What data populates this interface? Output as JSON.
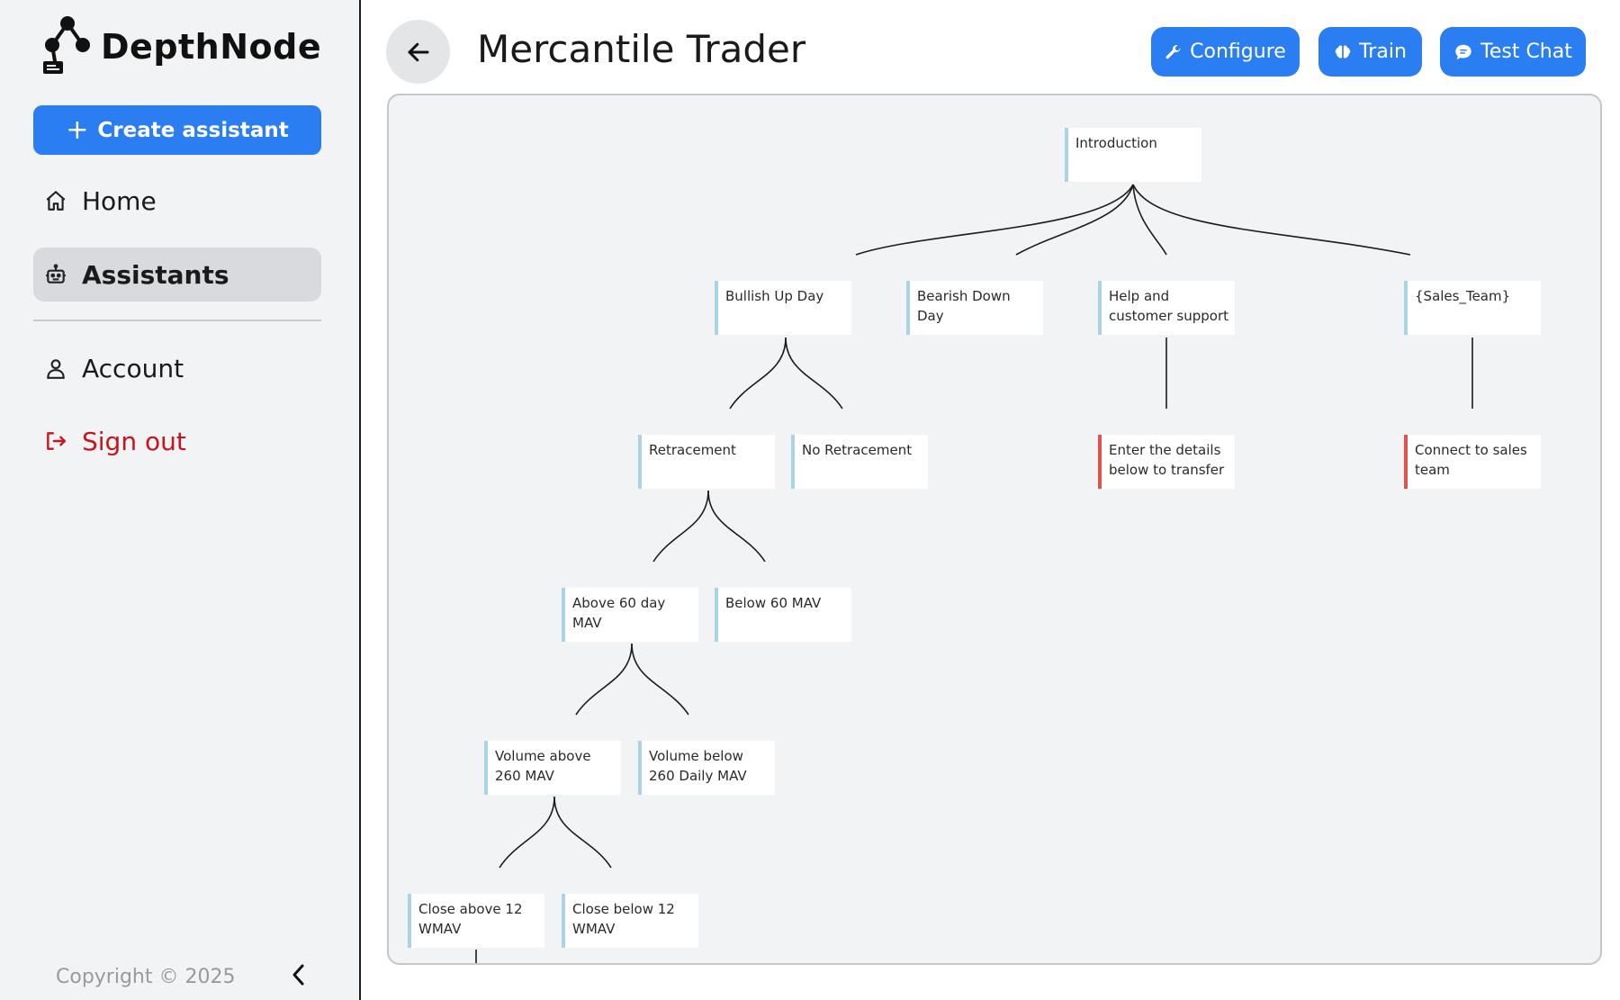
{
  "brand": {
    "name": "DepthNode"
  },
  "sidebar": {
    "create_label": "Create assistant",
    "items": [
      {
        "label": "Home",
        "icon": "home-icon"
      },
      {
        "label": "Assistants",
        "icon": "robot-icon",
        "active": true
      },
      {
        "label": "Account",
        "icon": "user-icon"
      },
      {
        "label": "Sign out",
        "icon": "sign-out-icon",
        "color": "#c8141e"
      }
    ],
    "copyright": "Copyright © 2025"
  },
  "header": {
    "title": "Mercantile Trader",
    "buttons": {
      "configure": "Configure",
      "train": "Train",
      "test_chat": "Test Chat"
    }
  },
  "colors": {
    "accent": "#2b7df2",
    "node_border": "#a8d4e6",
    "node_border_terminal": "#e2544b",
    "signout": "#c8141e"
  },
  "flow": {
    "nodes": [
      {
        "id": "intro",
        "label": "Introduction"
      },
      {
        "id": "bullish",
        "label": "Bullish Up Day"
      },
      {
        "id": "bearish",
        "label": "Bearish Down Day"
      },
      {
        "id": "help",
        "label": "Help and customer support"
      },
      {
        "id": "sales",
        "label": "{Sales_Team}"
      },
      {
        "id": "retrace",
        "label": "Retracement"
      },
      {
        "id": "noretrace",
        "label": "No Retracement"
      },
      {
        "id": "transfer",
        "label": "Enter the details below to transfer"
      },
      {
        "id": "connect",
        "label": "Connect to sales team"
      },
      {
        "id": "above60",
        "label": "Above 60 day MAV"
      },
      {
        "id": "below60",
        "label": "Below 60 MAV"
      },
      {
        "id": "volabove",
        "label": "Volume above 260 MAV"
      },
      {
        "id": "volbelow",
        "label": "Volume below 260 Daily MAV"
      },
      {
        "id": "closeabove",
        "label": "Close above 12 WMAV"
      },
      {
        "id": "closebelow",
        "label": "Close below 12 WMAV"
      }
    ]
  }
}
